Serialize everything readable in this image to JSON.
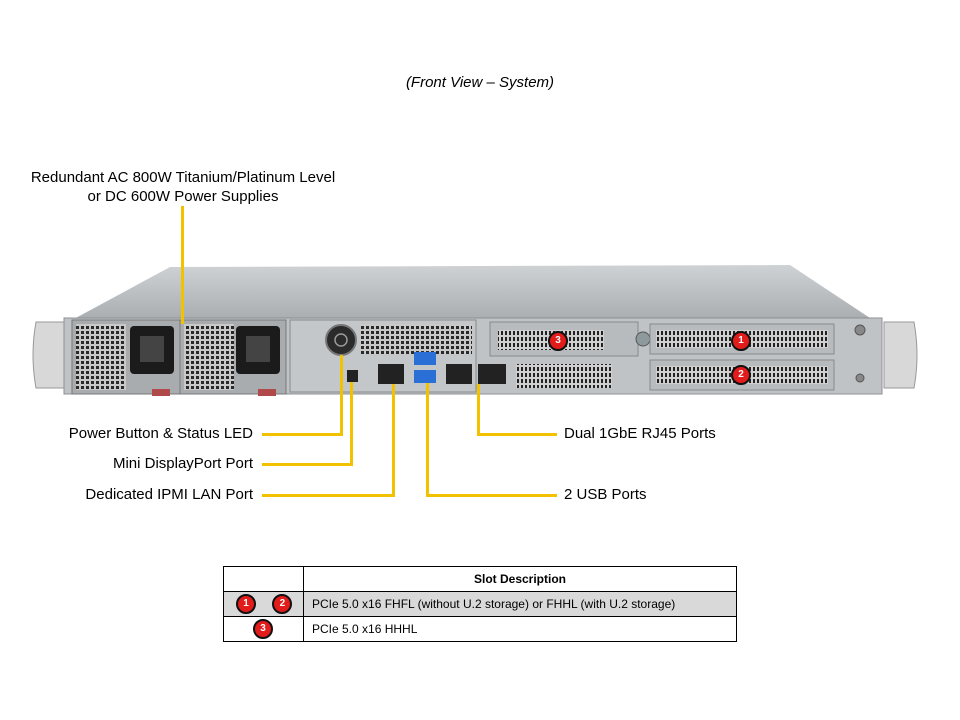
{
  "caption": "(Front View – System)",
  "callouts": {
    "psu_line1": "Redundant AC 800W Titanium/Platinum Level",
    "psu_line2": "or DC 600W Power Supplies",
    "power_button": "Power Button & Status LED",
    "mini_dp": "Mini DisplayPort Port",
    "ipmi": "Dedicated IPMI LAN Port",
    "rj45": "Dual 1GbE RJ45 Ports",
    "usb": "2 USB Ports"
  },
  "slot_badges": {
    "slot1": "1",
    "slot2": "2",
    "slot3": "3"
  },
  "table": {
    "header": "Slot Description",
    "rows": [
      {
        "slots": [
          "1",
          "2"
        ],
        "description": "PCIe 5.0 x16 FHFL (without U.2 storage) or FHHL (with U.2 storage)"
      },
      {
        "slots": [
          "3"
        ],
        "description": "PCIe 5.0 x16 HHHL"
      }
    ]
  },
  "colors": {
    "leader_line": "#f2c200",
    "badge": "#e21b1b",
    "shaded_row": "#d9d9d9"
  }
}
